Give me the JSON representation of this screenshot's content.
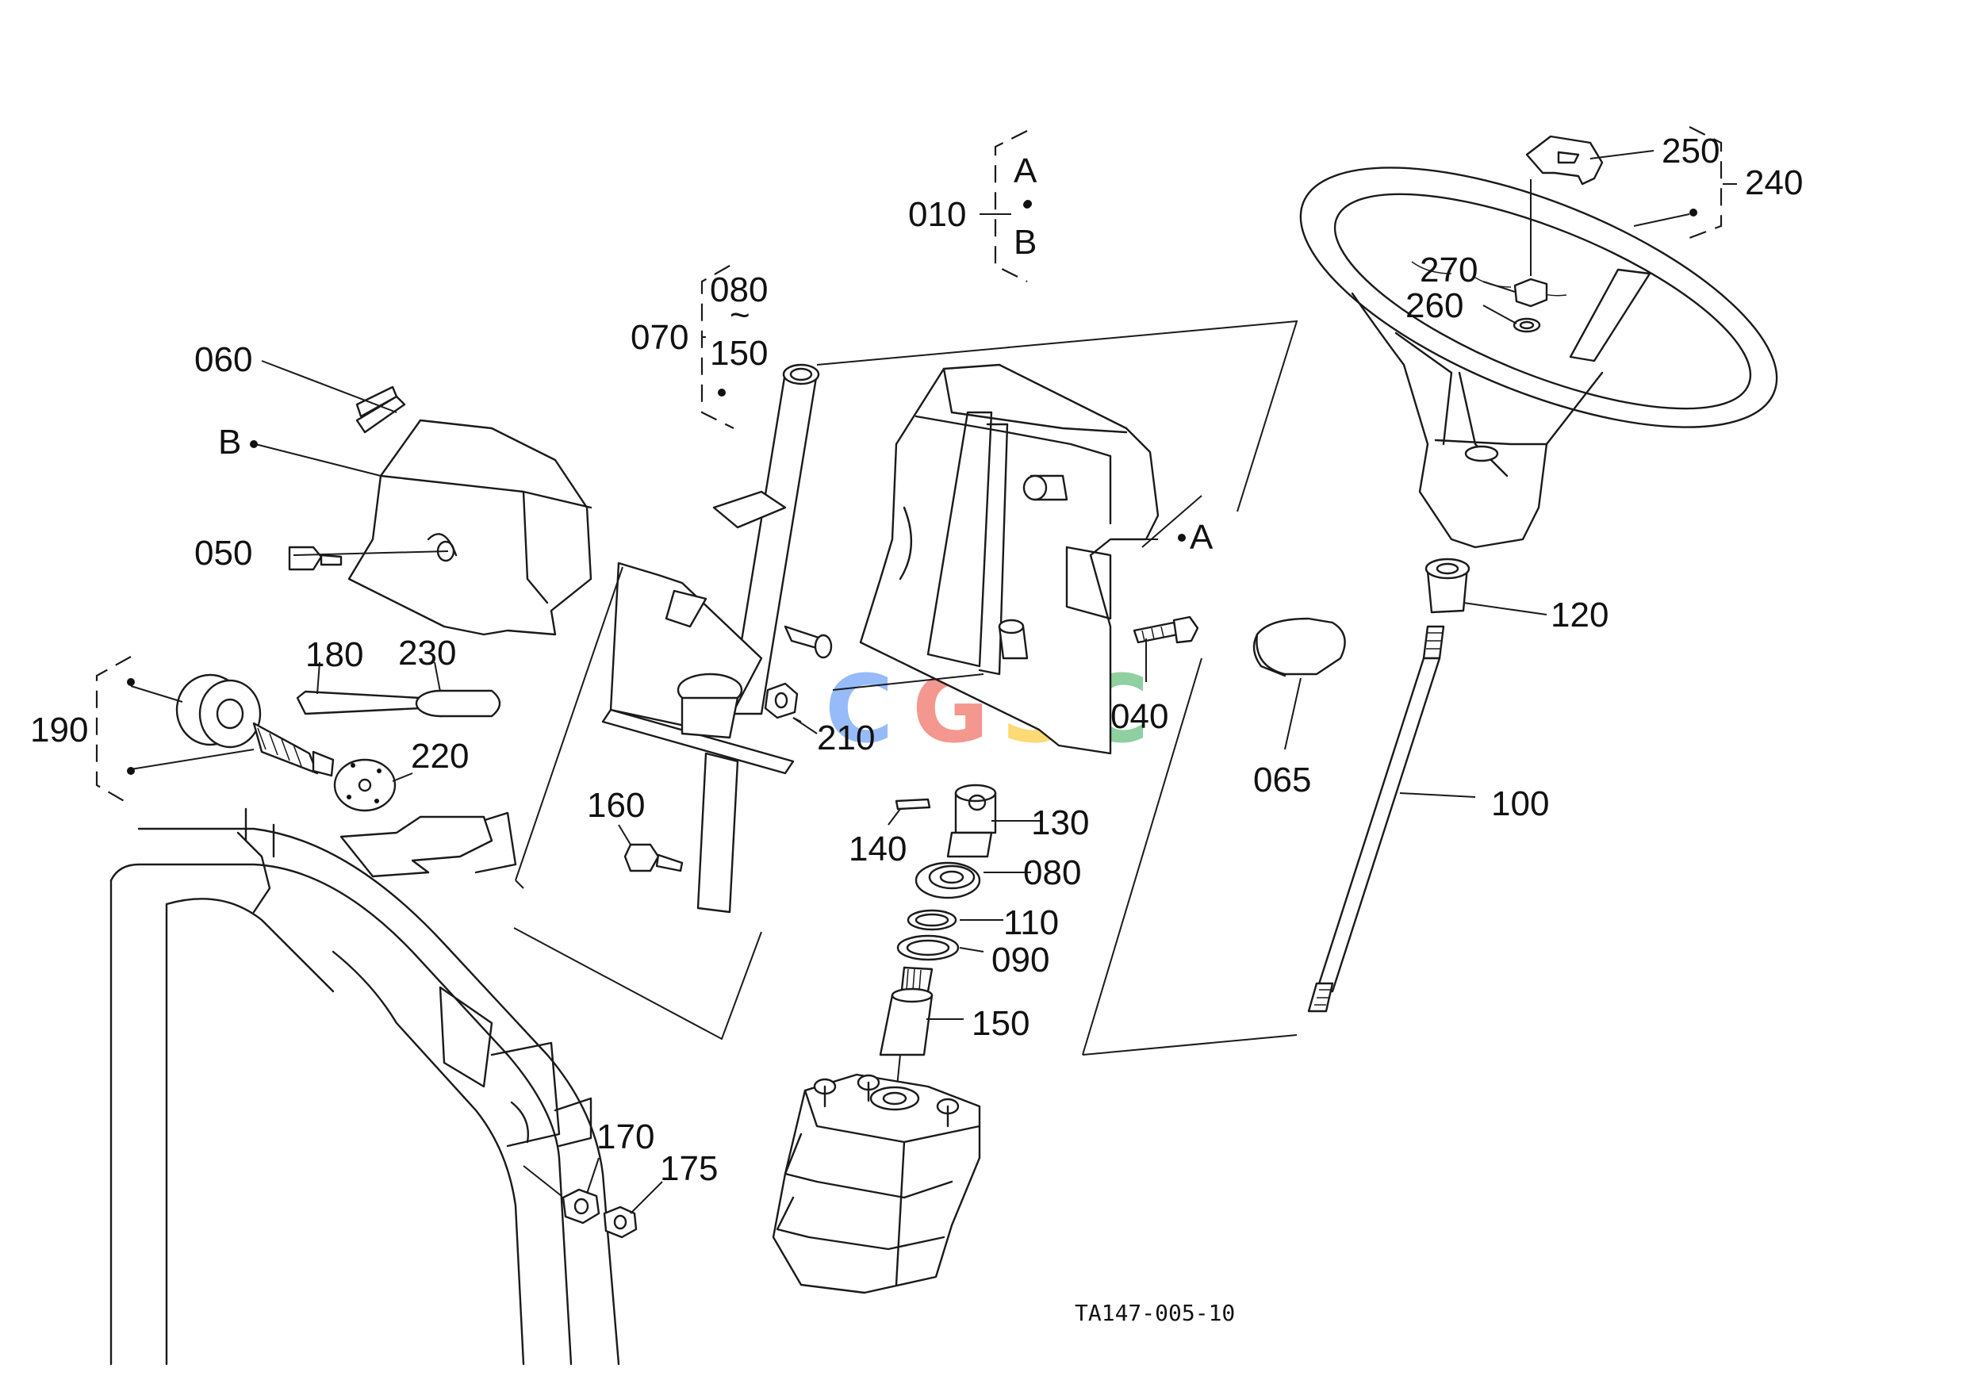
{
  "drawing_code": "TA147-005-10",
  "watermark": {
    "letters": [
      "C",
      "G",
      "S",
      "C"
    ],
    "colors": [
      "#4285f4",
      "#ea4335",
      "#fbbc05",
      "#34a853"
    ]
  },
  "parts": {
    "p010": "010",
    "p010_a": "A",
    "p010_b": "B",
    "p040": "040",
    "p050": "050",
    "p060": "060",
    "p065": "065",
    "p070": "070",
    "p070_from": "080",
    "p070_tilde": "~",
    "p070_to": "150",
    "p080": "080",
    "p090": "090",
    "p100": "100",
    "p110": "110",
    "p120": "120",
    "p130": "130",
    "p140": "140",
    "p150": "150",
    "p160": "160",
    "p170": "170",
    "p175": "175",
    "p180": "180",
    "p190": "190",
    "p210": "210",
    "p220": "220",
    "p230": "230",
    "p240": "240",
    "p250": "250",
    "p260": "260",
    "p270": "270",
    "ref_a": "A",
    "ref_b": "B"
  }
}
